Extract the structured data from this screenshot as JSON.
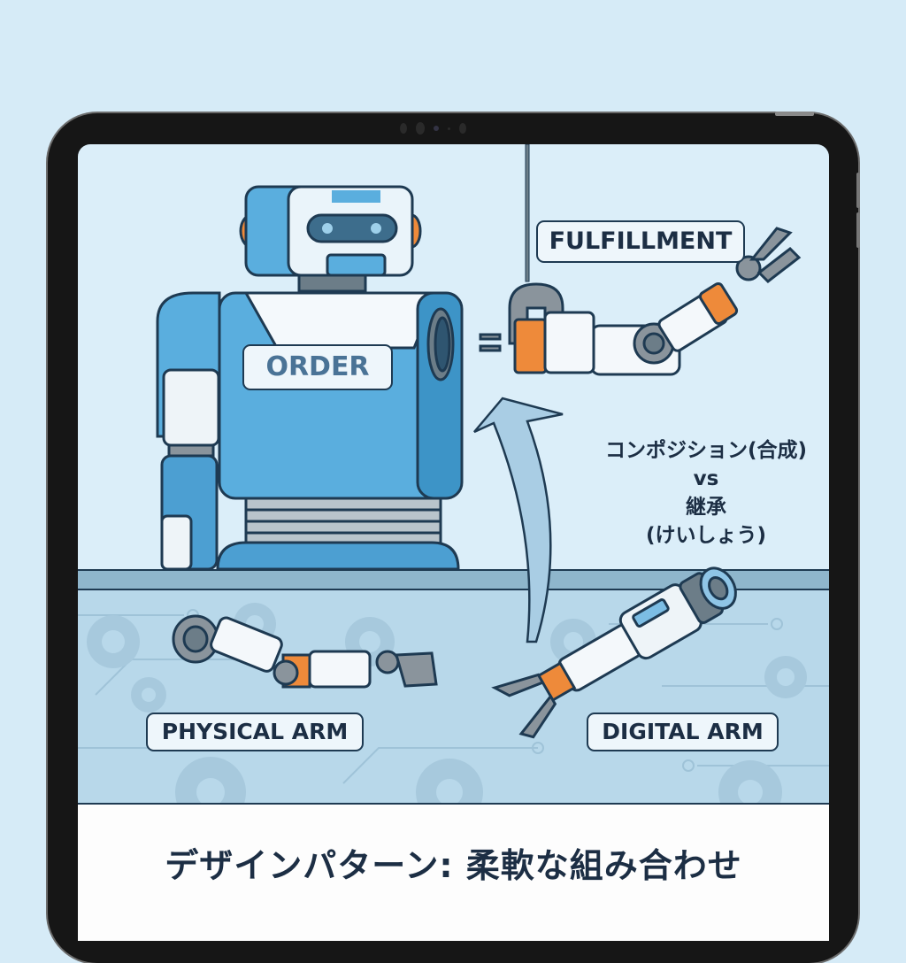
{
  "illustration": {
    "robot_label": "ORDER",
    "top_arm_label": "FULFILLMENT",
    "concept_text": {
      "line1": "コンポジション(合成)",
      "line2": "vs",
      "line3": "継承",
      "line4": "(けいしょう)"
    },
    "left_part_label": "PHYSICAL ARM",
    "right_part_label": "DIGITAL ARM",
    "caption": "デザインパターン: 柔軟な組み合わせ"
  },
  "colors": {
    "background": "#d6ebf7",
    "robot_blue": "#5aaede",
    "accent_orange": "#ee8a3a",
    "outline": "#1e3a52",
    "gray_metal": "#8a949c"
  }
}
